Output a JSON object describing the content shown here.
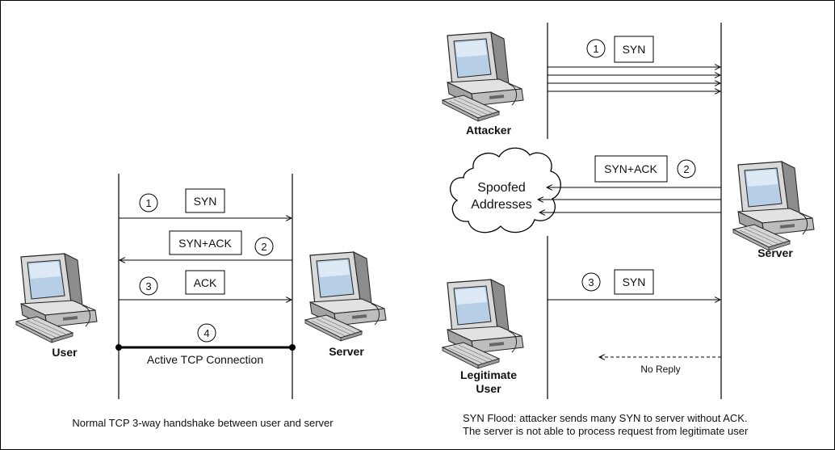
{
  "left_panel": {
    "user_label": "User",
    "server_label": "Server",
    "step1_num": "1",
    "step1_msg": "SYN",
    "step2_num": "2",
    "step2_msg": "SYN+ACK",
    "step3_num": "3",
    "step3_msg": "ACK",
    "step4_num": "4",
    "connection_label": "Active TCP Connection",
    "caption": "Normal TCP 3-way handshake between user and server"
  },
  "right_panel": {
    "attacker_label": "Attacker",
    "server_label": "Server",
    "legit_label_line1": "Legitimate",
    "legit_label_line2": "User",
    "cloud_line1": "Spoofed",
    "cloud_line2": "Addresses",
    "step1_num": "1",
    "step1_msg": "SYN",
    "step2_num": "2",
    "step2_msg": "SYN+ACK",
    "step3_num": "3",
    "step3_msg": "SYN",
    "no_reply_label": "No Reply",
    "caption_line1": "SYN Flood: attacker sends many SYN to server without ACK.",
    "caption_line2": "The server is not able to process request from legitimate user"
  }
}
